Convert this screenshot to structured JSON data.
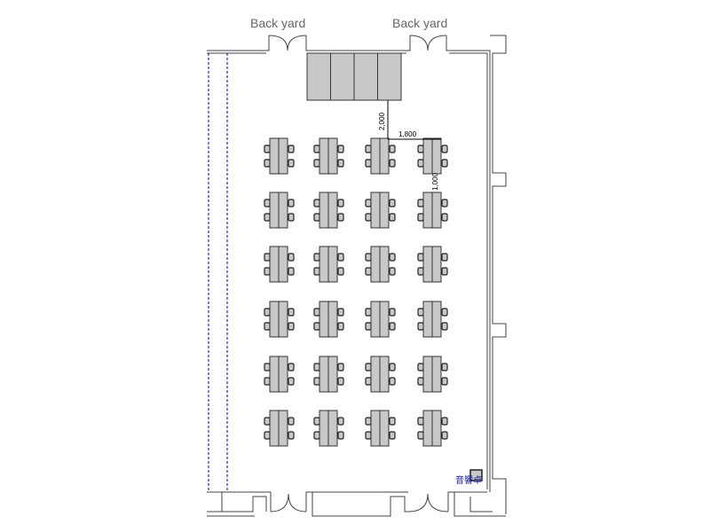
{
  "labels": {
    "back_yard_left": "Back yard",
    "back_yard_right": "Back yard",
    "sound_desk": "音響卓"
  },
  "dimensions": {
    "stage_to_table": "2,000",
    "table_spacing_h": "1,800",
    "table_spacing_v": "1,000"
  },
  "layout": {
    "table_columns": 4,
    "table_rows": 6,
    "stage_panels": 4,
    "chairs_per_table": 4
  },
  "colors": {
    "table_fill": "#c8c8c8",
    "dashed_line": "#00008b",
    "sound_label": "#1a1aa0"
  }
}
